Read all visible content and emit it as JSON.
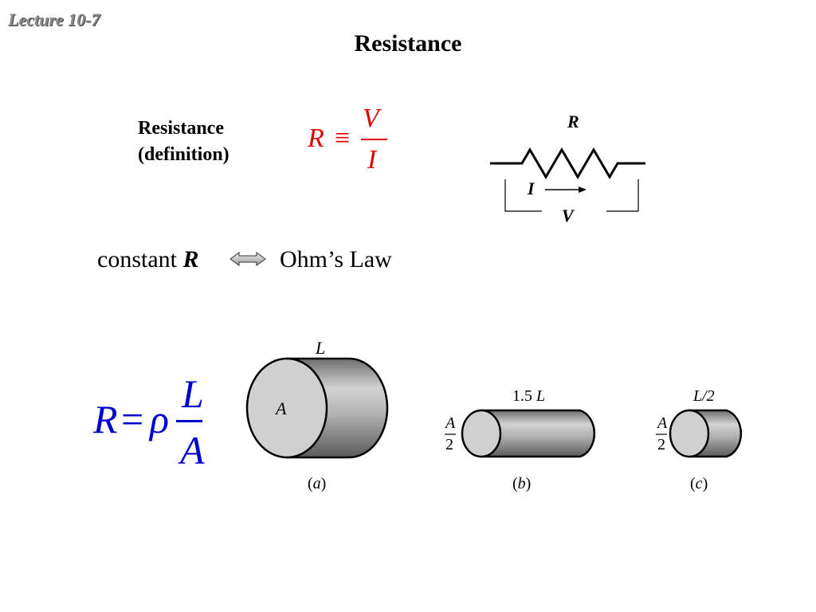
{
  "header": {
    "lecture": "Lecture 10-7",
    "title": "Resistance"
  },
  "definition": {
    "label_line1": "Resistance",
    "label_line2": "(definition)",
    "eq_R": "R",
    "eq_sym": "≡",
    "eq_num": "V",
    "eq_den": "I"
  },
  "circuit": {
    "label_R": "R",
    "label_I": "I",
    "label_V": "V"
  },
  "ohm": {
    "text_constant": "constant",
    "text_R": "R",
    "text_law": "Ohm’s Law"
  },
  "formula": {
    "R": "R",
    "eq": "=",
    "rho": "ρ",
    "num": "L",
    "den": "A"
  },
  "figures": {
    "a": {
      "caption": "(a)",
      "length": "L",
      "area": "A"
    },
    "b": {
      "caption": "(b)",
      "length_num": "1.5",
      "length_var": "L",
      "area_num": "A",
      "area_den": "2"
    },
    "c": {
      "caption": "(c)",
      "length": "L/2",
      "area_num": "A",
      "area_den": "2"
    }
  },
  "colors": {
    "definition_eq": "#e00000",
    "formula_eq": "#0000cc"
  }
}
